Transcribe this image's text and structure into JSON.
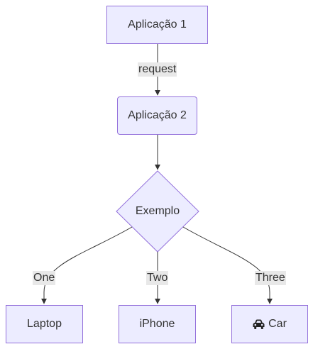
{
  "nodes": {
    "app1": {
      "label": "Aplicação 1"
    },
    "app2": {
      "label": "Aplicação 2"
    },
    "decision": {
      "label": "Exemplo"
    },
    "laptop": {
      "label": "Laptop"
    },
    "iphone": {
      "label": "iPhone"
    },
    "car": {
      "label": "Car",
      "icon": "car-icon"
    }
  },
  "edges": {
    "request": {
      "label": "request"
    },
    "one": {
      "label": "One"
    },
    "two": {
      "label": "Two"
    },
    "three": {
      "label": "Three"
    }
  },
  "colors": {
    "node_fill": "#ececff",
    "node_border": "#9370db",
    "edge_line": "#333333",
    "edge_label_bg": "#e8e8e8",
    "text": "#333333"
  }
}
